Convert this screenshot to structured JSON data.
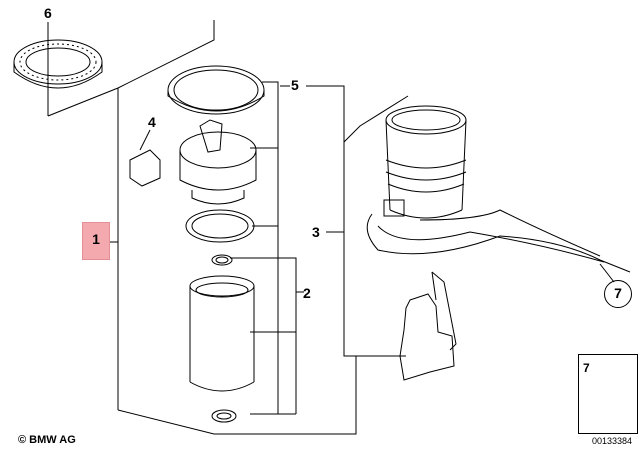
{
  "callouts": {
    "c1": "1",
    "c2": "2",
    "c3": "3",
    "c4": "4",
    "c5": "5",
    "c6": "6",
    "c7": "7"
  },
  "legend": {
    "number": "7"
  },
  "footer": {
    "copyright": "© BMW AG",
    "diagram_number": "00133384"
  },
  "colors": {
    "highlight": "#f3a9ad",
    "line": "#000000"
  }
}
